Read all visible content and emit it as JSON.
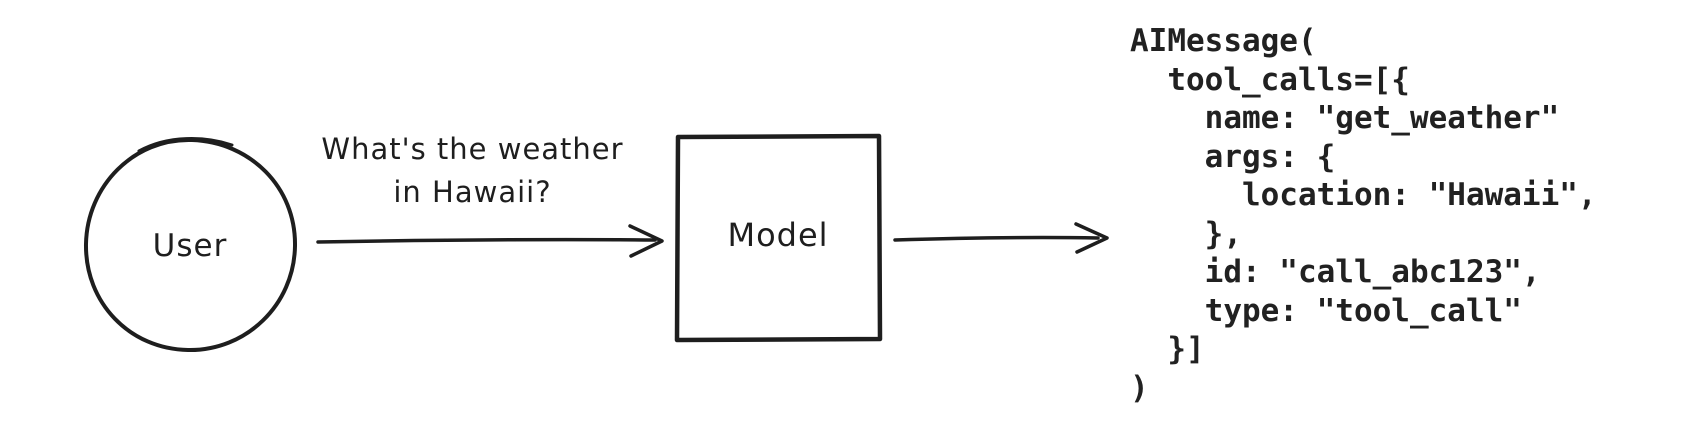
{
  "background_color": "#ffffff",
  "ink_color": "#1e1e1e",
  "diagram": {
    "user_node": {
      "shape": "circle",
      "label": "User"
    },
    "model_node": {
      "shape": "rectangle",
      "label": "Model"
    },
    "message": {
      "text": "What's the weather\nin Hawaii?"
    },
    "arrows": [
      {
        "name": "user-to-model",
        "direction": "right"
      },
      {
        "name": "model-to-output",
        "direction": "right"
      }
    ]
  },
  "code_output": {
    "lines": [
      "AIMessage(",
      "  tool_calls=[{",
      "    name: \"get_weather\"",
      "    args: {",
      "      location: \"Hawaii\",",
      "    },",
      "    id: \"call_abc123\",",
      "    type: \"tool_call\"",
      "  }]",
      ")"
    ]
  }
}
